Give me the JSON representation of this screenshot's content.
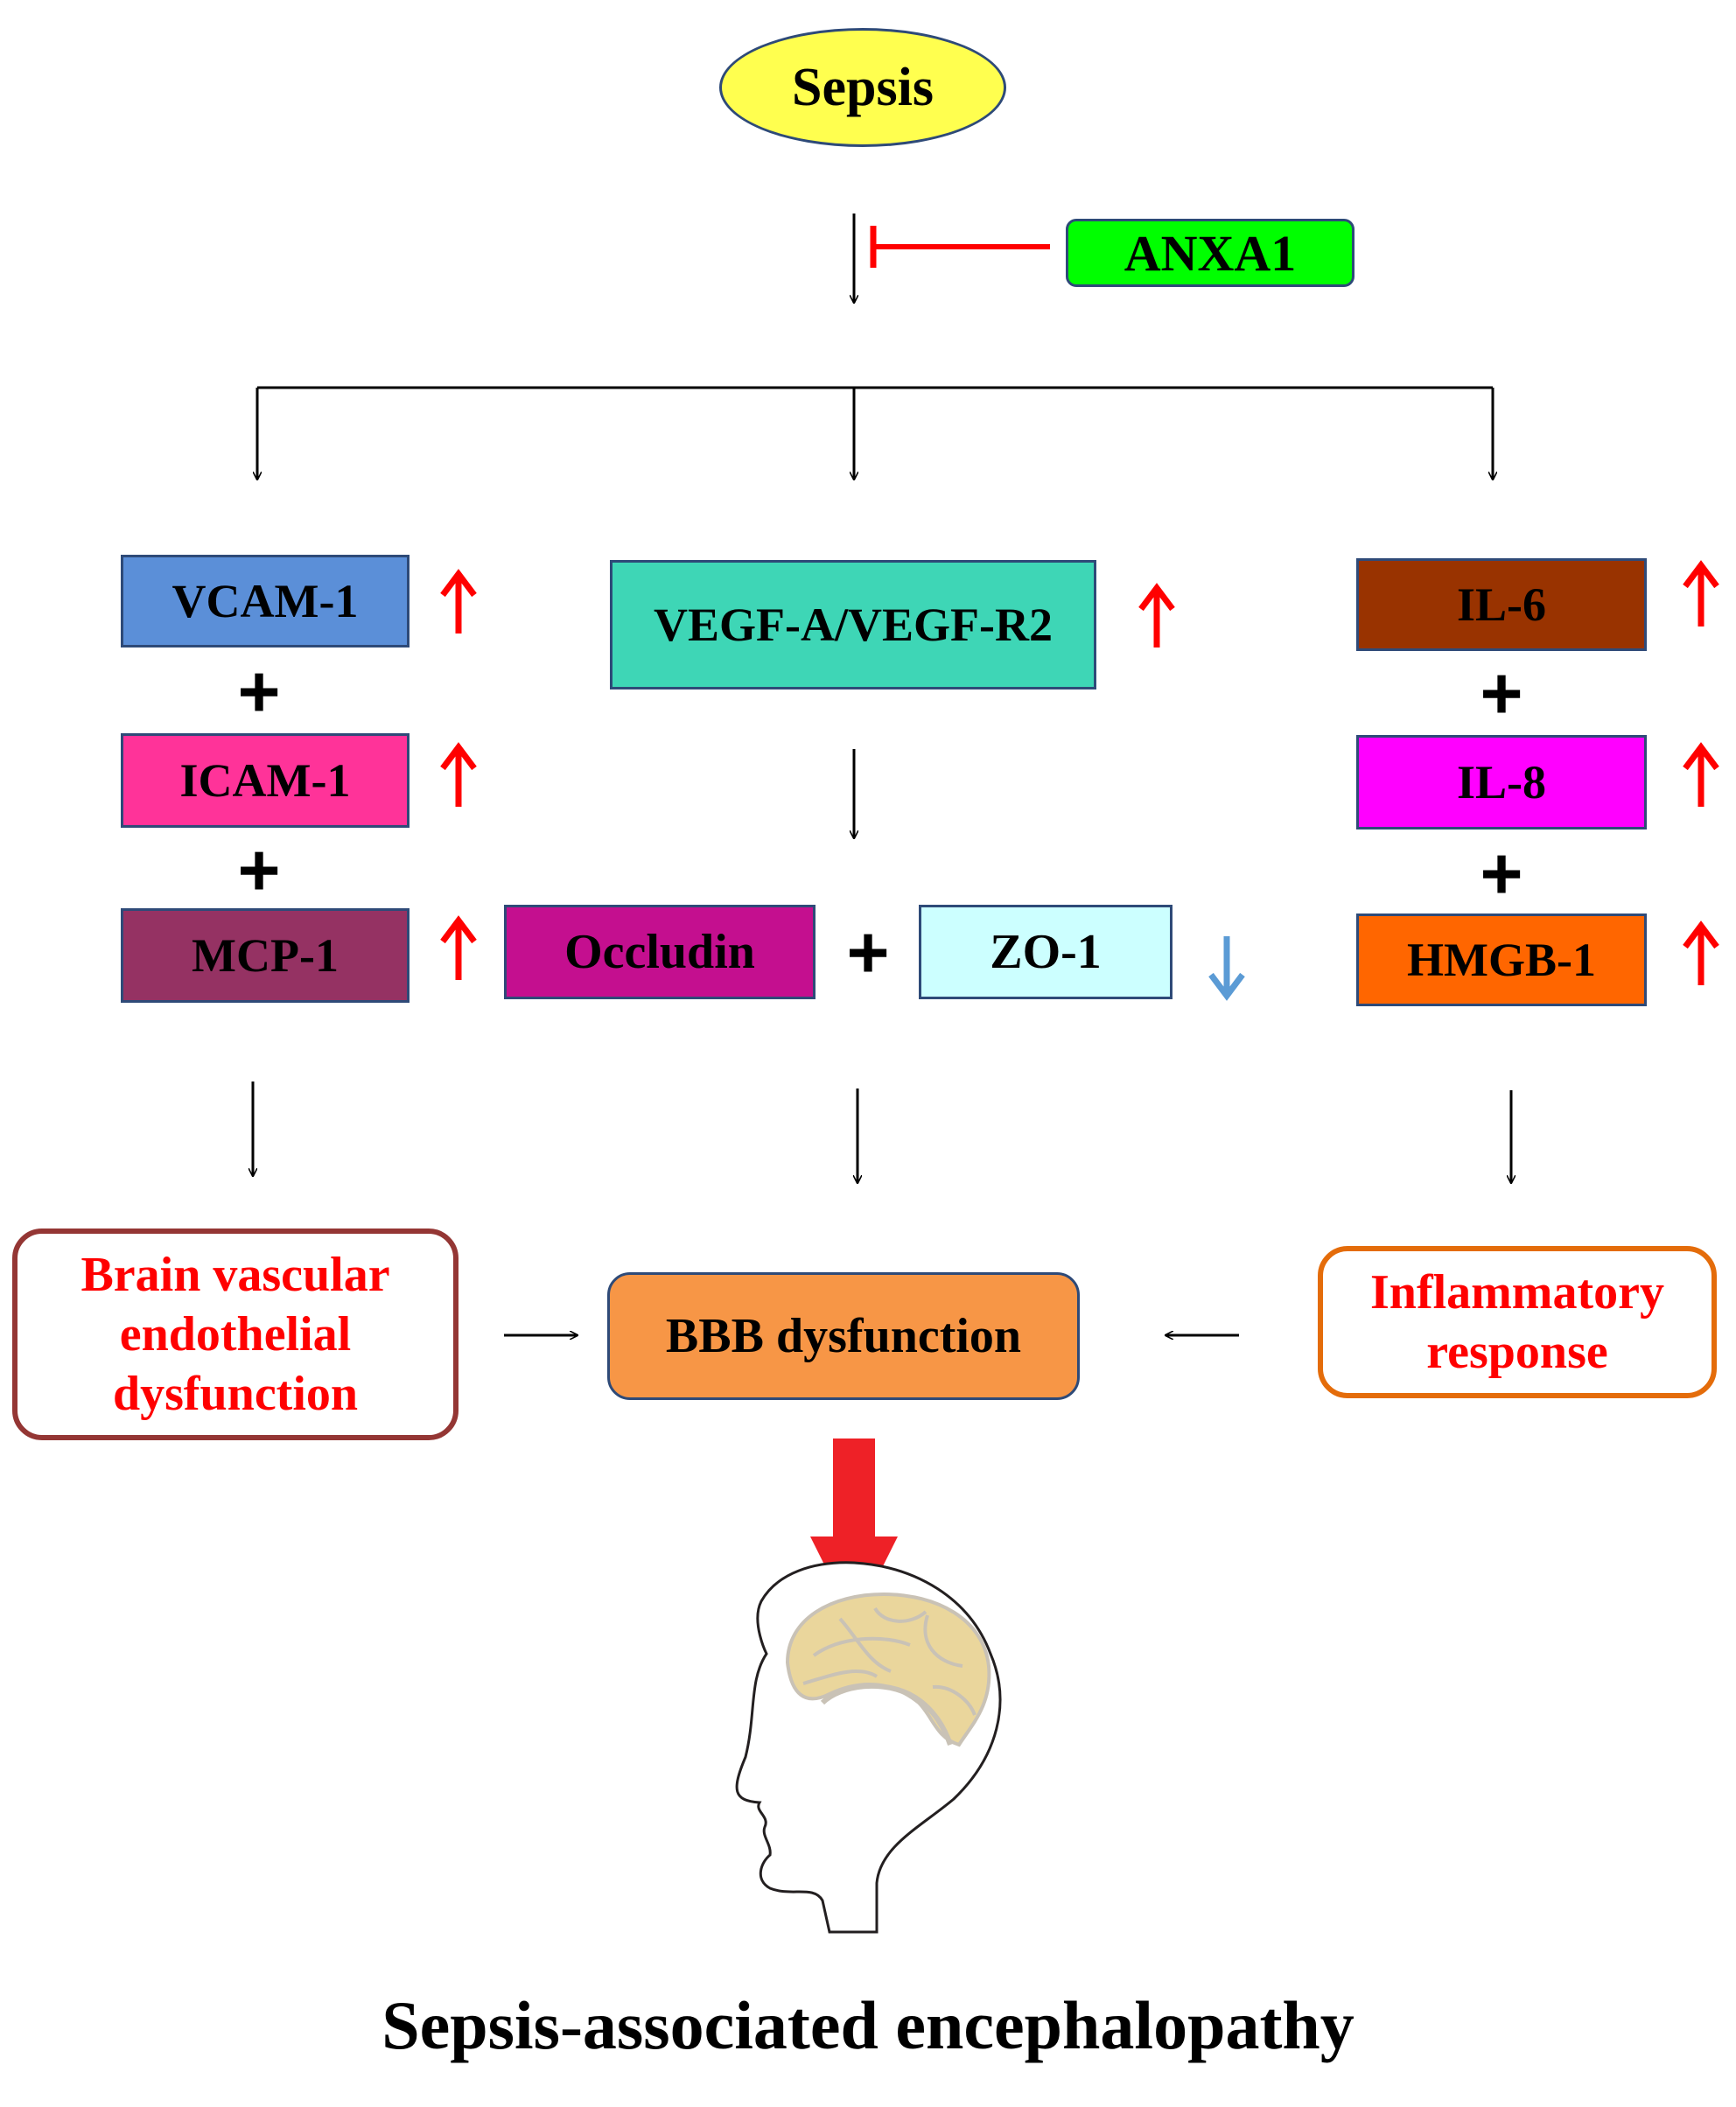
{
  "nodes": {
    "sepsis": "Sepsis",
    "anxa1": "ANXA1",
    "vcam1": "VCAM-1",
    "icam1": "ICAM-1",
    "mcp1": "MCP-1",
    "vegf": "VEGF-A/VEGF-R2",
    "occludin": "Occludin",
    "zo1": "ZO-1",
    "il6": "IL-6",
    "il8": "IL-8",
    "hmgb1": "HMGB-1",
    "brain_vascular": "Brain vascular endothelial dysfunction",
    "bbb": "BBB dysfunction",
    "inflammatory": "Inflammatory response"
  },
  "plus_sign": "+",
  "title": "Sepsis-associated encephalopathy",
  "colors": {
    "sepsis": "#ffff4f",
    "anxa1": "#00ff00",
    "vcam1": "#5b8fd8",
    "icam1": "#ff3399",
    "mcp1": "#953263",
    "vegf": "#3ed6b6",
    "occludin": "#c40f8f",
    "zo1": "#ccffff",
    "il6": "#993300",
    "il8": "#ff00ff",
    "hmgb1": "#ff6600",
    "bbb": "#f79646",
    "brain_vascular_border": "#943634",
    "inflammatory_border": "#e46c0a",
    "up_arrow": "#ff0000",
    "down_arrow": "#5b9bd5",
    "inhibit": "#ff0000",
    "big_arrow": "#ee2127",
    "brain": "#ead69c"
  },
  "icons": [
    "up-arrow-icon",
    "down-arrow-icon",
    "brain-head-icon",
    "inhibition-bar-icon"
  ]
}
